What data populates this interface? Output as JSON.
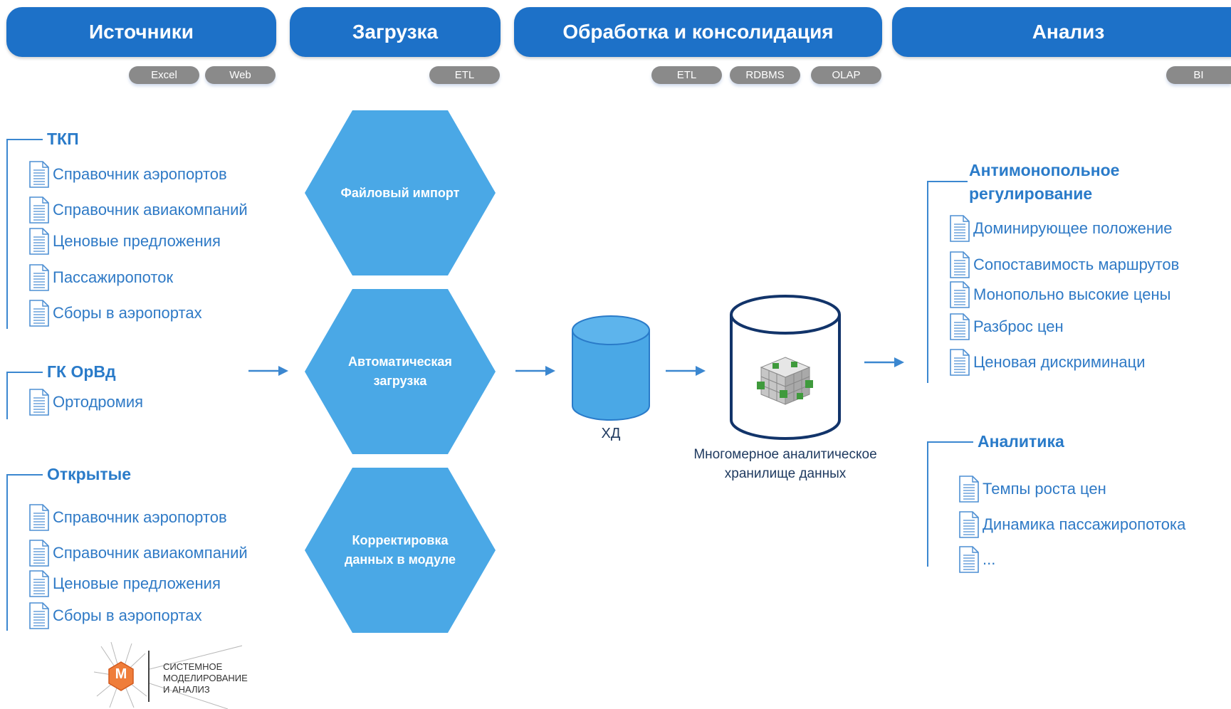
{
  "headers": {
    "sources": "Источники",
    "loading": "Загрузка",
    "processing": "Обработка и консолидация",
    "analysis": "Анализ"
  },
  "tags": {
    "sources": [
      "Excel",
      "Web"
    ],
    "loading": [
      "ETL"
    ],
    "processing": [
      "ETL",
      "RDBMS",
      "OLAP"
    ],
    "analysis": [
      "BI"
    ]
  },
  "source_groups": [
    {
      "title": "ТКП",
      "items": [
        "Справочник аэропортов",
        "Справочник авиакомпаний",
        "Ценовые предложения",
        "Пассажиропоток",
        "Сборы в аэропортах"
      ]
    },
    {
      "title": "ГК ОрВд",
      "items": [
        "Ортодромия"
      ]
    },
    {
      "title": "Открытые",
      "items": [
        "Справочник аэропортов",
        "Справочник авиакомпаний",
        "Ценовые предложения",
        "Сборы в аэропортах"
      ]
    }
  ],
  "load_steps": [
    "Файловый импорт",
    "Автоматическая\nзагрузка",
    "Корректировка\nданных в модуле"
  ],
  "storage": {
    "dw_label": "ХД",
    "olap_label": "Многомерное аналитическое\nхранилище данных"
  },
  "analysis_groups": [
    {
      "title": "Антимонопольное\nрегулирование",
      "items": [
        "Доминирующее положение",
        "Сопоставимость маршрутов",
        "Монопольно высокие цены",
        "Разброс цен",
        "Ценовая дискриминаци"
      ]
    },
    {
      "title": "Аналитика",
      "items": [
        "Темпы роста цен",
        "Динамика пассажиропотока",
        "..."
      ]
    }
  ],
  "logo": {
    "letter": "М",
    "lines": [
      "СИСТЕМНОЕ",
      "МОДЕЛИРОВАНИЕ",
      "И АНАЛИЗ"
    ]
  },
  "colors": {
    "header": "#1d71c8",
    "hexagon": "#4aa8e6",
    "text_blue": "#2f7ac6",
    "tag": "#8a8a8a"
  }
}
